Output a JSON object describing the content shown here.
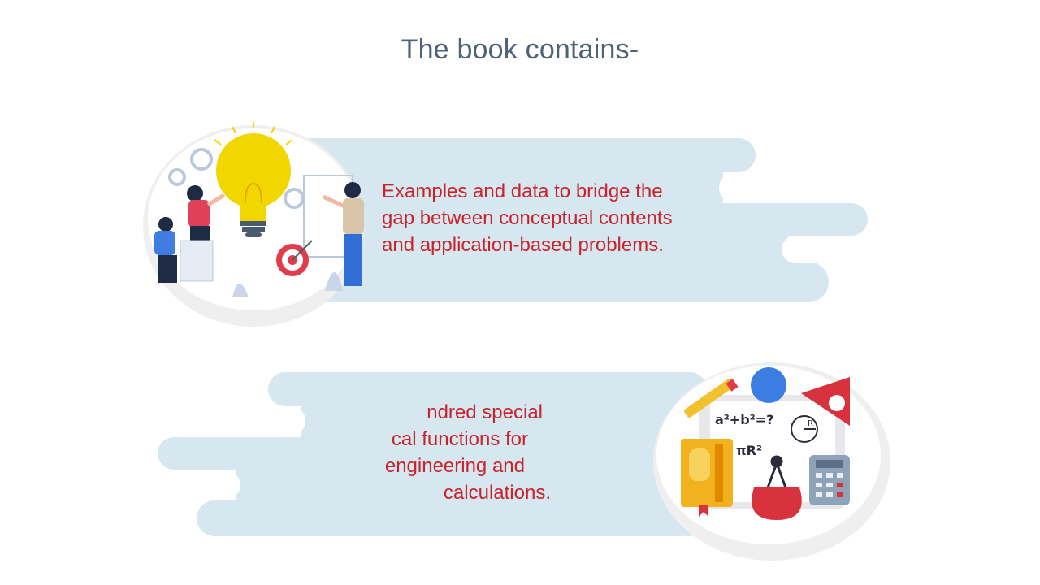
{
  "title": "The book contains-",
  "cards": [
    {
      "lines": [
        "Examples and data to bridge the",
        "gap between conceptual contents",
        "and application-based problems."
      ],
      "illustration": "idea-lightbulb-team-illustration"
    },
    {
      "lines": [
        "ndred special",
        "cal functions for",
        "engineering and",
        "calculations."
      ],
      "illustration": "math-tools-illustration"
    }
  ],
  "colors": {
    "title": "#4d6278",
    "text": "#c8232c",
    "banner": "#d7e7ef",
    "bulb": "#f2d600"
  },
  "math_labels": {
    "pythagoras": "a²+b²=?",
    "area": "πR²",
    "radius": "R"
  }
}
